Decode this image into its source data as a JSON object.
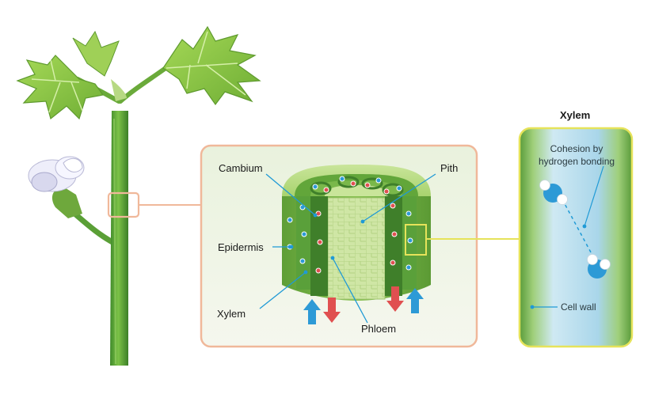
{
  "labels": {
    "cambium": "Cambium",
    "pith": "Pith",
    "epidermis": "Epidermis",
    "xylem": "Xylem",
    "phloem": "Phloem",
    "xylem_panel_title": "Xylem",
    "cohesion_line1": "Cohesion by",
    "cohesion_line2": "hydrogen bonding",
    "cell_wall": "Cell wall"
  },
  "colors": {
    "leaf": "#8cc63f",
    "stem": "#5fa83a",
    "frame_border": "#f0b89a",
    "xylem_border": "#e6e35a",
    "water_blue": "#2d9ad6",
    "sugar_red": "#e05050",
    "pointer_line": "#1f9ad6"
  },
  "icons": {
    "water_up": "arrow-up-icon",
    "sugar_down": "arrow-down-icon",
    "water_molecule": "water-molecule-icon"
  }
}
